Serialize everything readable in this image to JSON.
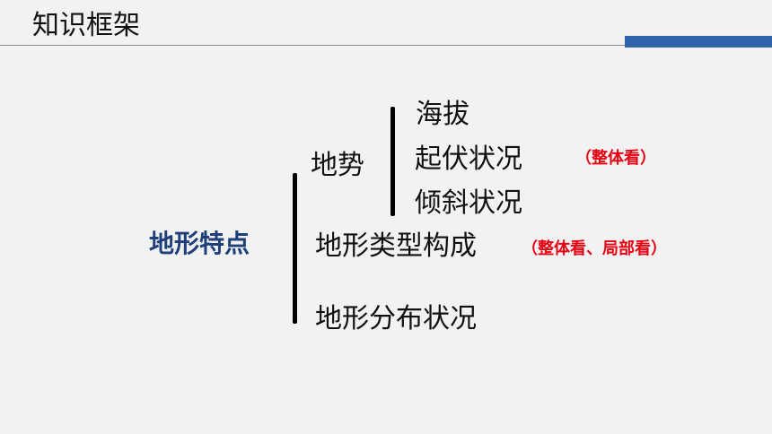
{
  "slide": {
    "title": "知识框架",
    "colors": {
      "title_text": "#111111",
      "accent_bar": "#2f63aa",
      "root_text": "#1f3f7a",
      "note_text": "#e60012",
      "background": "#f2f2f2"
    }
  },
  "diagram": {
    "root": "地形特点",
    "branches": [
      {
        "label": "地势",
        "children": [
          "海拔",
          "起伏状况",
          "倾斜状况"
        ],
        "note": "（整体看）"
      },
      {
        "label": "地形类型构成",
        "note": "（整体看、局部看）"
      },
      {
        "label": "地形分布状况"
      }
    ]
  }
}
